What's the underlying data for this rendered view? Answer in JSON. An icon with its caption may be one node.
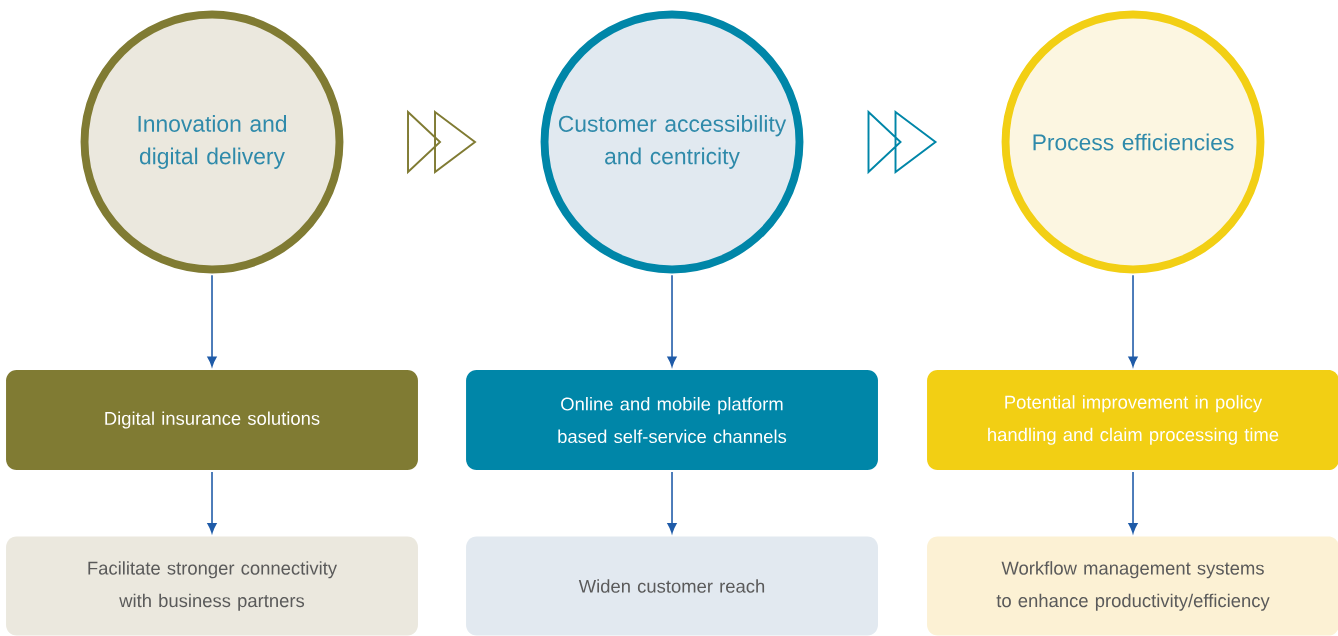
{
  "diagram": {
    "nodes": [
      {
        "text": [
          "Innovation and digital delivery"
        ]
      },
      {
        "text": [
          "Customer accessibility and centricity"
        ]
      },
      {
        "text": [
          "Process efficiencies"
        ]
      },
      {
        "text": [
          "Digital insurance solutions"
        ]
      },
      {
        "text": [
          "Online and mobile platform based self-service channels"
        ]
      },
      {
        "text": [
          "Potential improvement in policy handling and claim processing time"
        ]
      },
      {
        "text": [
          "Facilitate stronger connectivity with business partners"
        ]
      },
      {
        "text": [
          "Widen customer reach"
        ]
      },
      {
        "text": [
          "Workflow management systems to enhance productivity/efficiency"
        ]
      }
    ],
    "edges": [
      {
        "from": 0,
        "to": 1,
        "arrow": "to",
        "color": "#807b33"
      },
      {
        "from": 1,
        "to": 2,
        "arrow": "to",
        "color": "#0086a8"
      },
      {
        "from": 0,
        "to": 3,
        "arrow": "to"
      },
      {
        "from": 1,
        "to": 4,
        "arrow": "to"
      },
      {
        "from": 2,
        "to": 5,
        "arrow": "to"
      },
      {
        "from": 3,
        "to": 6,
        "arrow": "to"
      },
      {
        "from": 4,
        "to": 7,
        "arrow": "to"
      },
      {
        "from": 5,
        "to": 8,
        "arrow": "to"
      }
    ]
  }
}
